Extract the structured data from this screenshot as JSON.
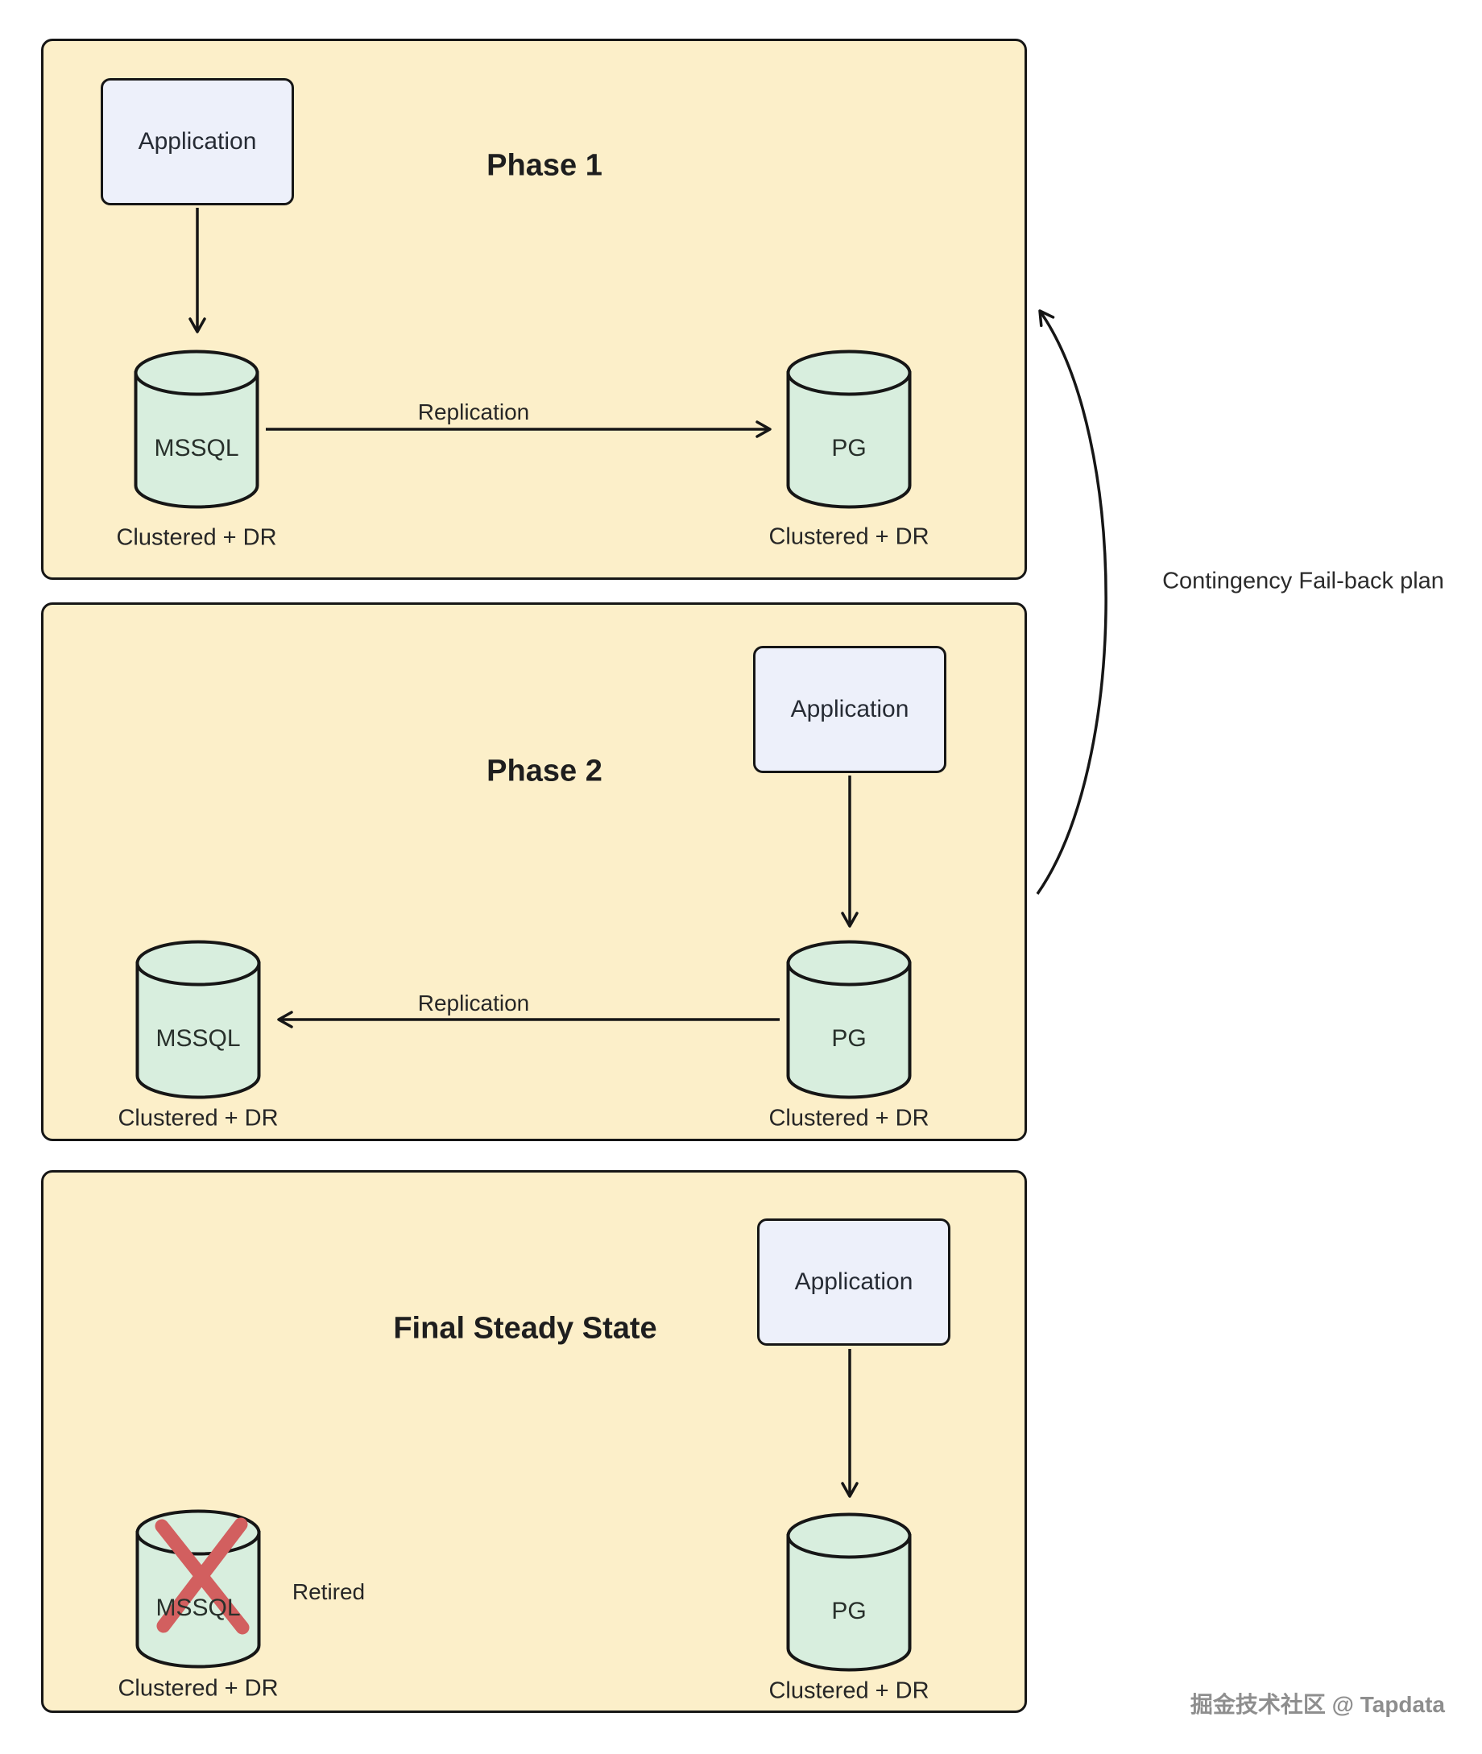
{
  "diagram": {
    "phase1": {
      "title": "Phase 1",
      "application_label": "Application",
      "source_db": "MSSQL",
      "target_db": "PG",
      "source_caption": "Clustered + DR",
      "target_caption": "Clustered + DR",
      "replication_label": "Replication",
      "replication_direction": "MSSQL to PG"
    },
    "phase2": {
      "title": "Phase 2",
      "application_label": "Application",
      "source_db": "PG",
      "target_db": "MSSQL",
      "source_caption": "Clustered + DR",
      "target_caption": "Clustered + DR",
      "replication_label": "Replication",
      "replication_direction": "PG to MSSQL"
    },
    "final": {
      "title": "Final Steady State",
      "application_label": "Application",
      "retired_db": "MSSQL",
      "retired_note": "Retired",
      "retired_caption": "Clustered + DR",
      "target_db": "PG",
      "target_caption": "Clustered + DR"
    },
    "failback_label": "Contingency Fail-back plan",
    "watermark": "掘金技术社区 @ Tapdata"
  },
  "colors": {
    "panel_fill": "#fcefc9",
    "application_fill": "#edf0fa",
    "database_fill": "#d8eede",
    "stroke": "#161616",
    "retired_x": "#d25f5f",
    "watermark_gray": "#8e8e8e"
  }
}
